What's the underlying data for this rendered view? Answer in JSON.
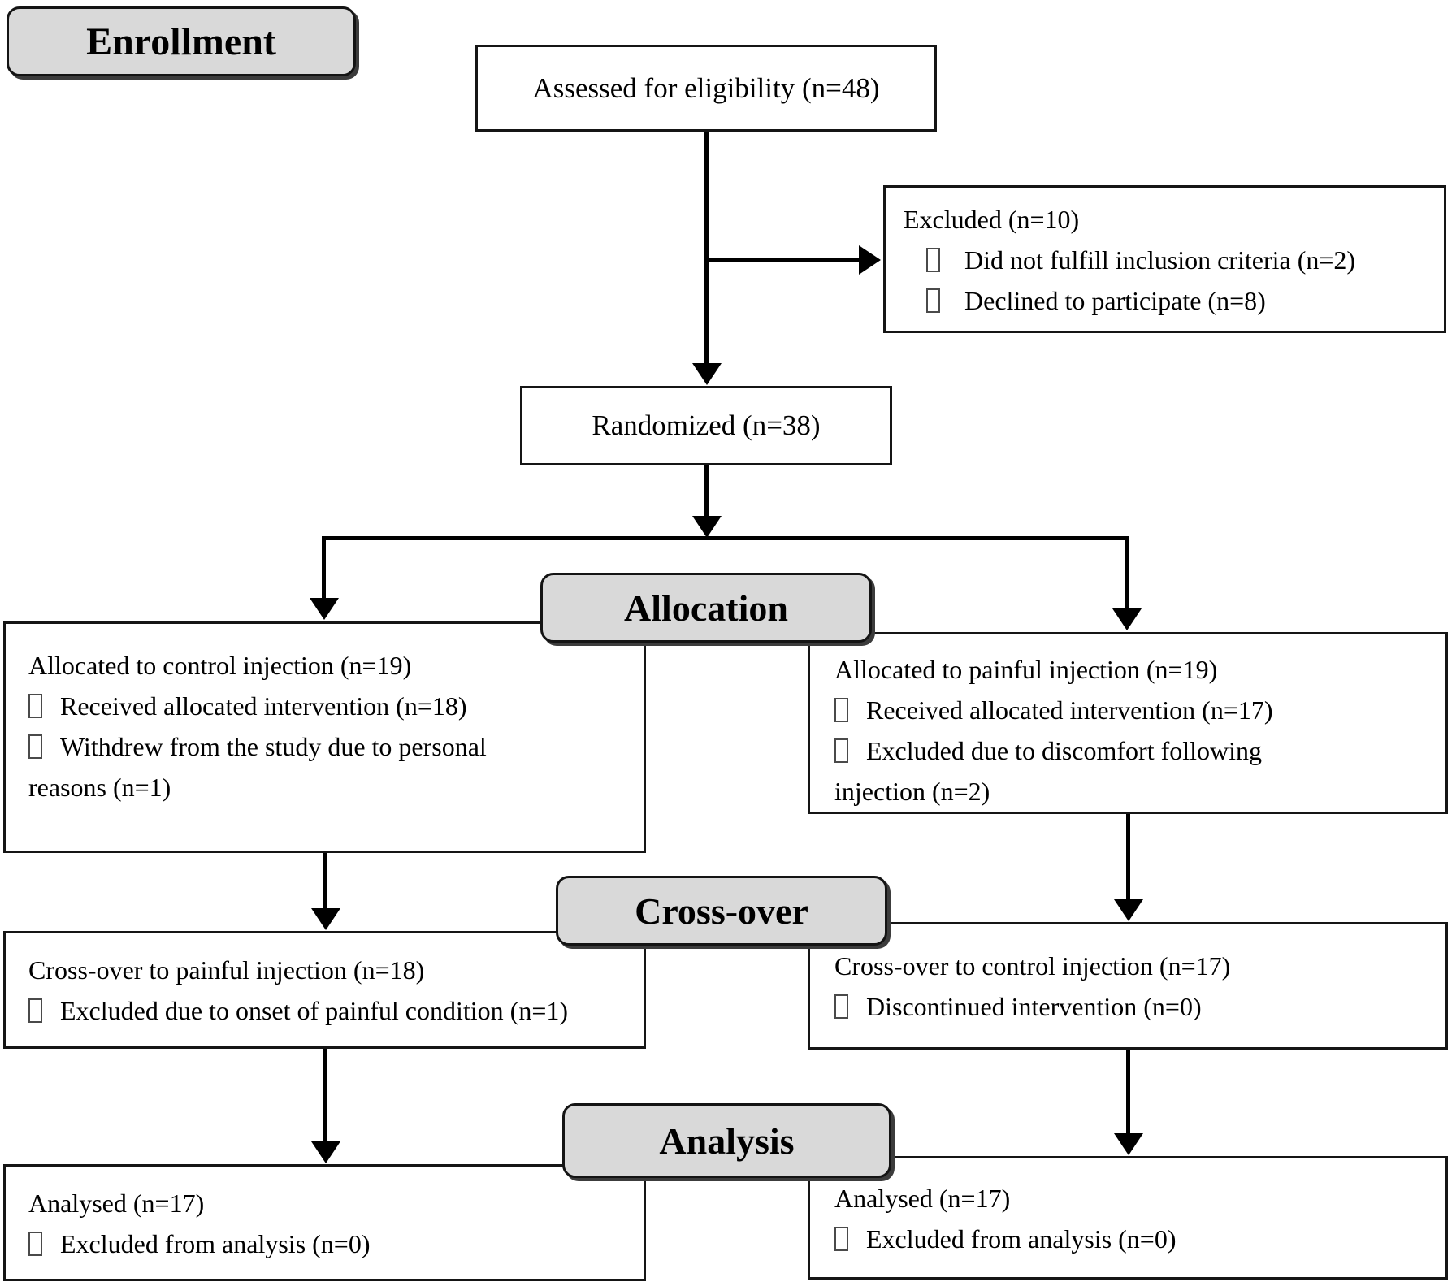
{
  "figure": "CONSORT participant flow diagram",
  "colors": {
    "phase_fill": "#d9d9d9",
    "line": "#000000",
    "box_bg": "#ffffff",
    "text": "#000000"
  },
  "phases": {
    "enrollment": "Enrollment",
    "allocation": "Allocation",
    "crossover": "Cross-over",
    "analysis": "Analysis"
  },
  "boxes": {
    "assessed": {
      "text": "Assessed for eligibility (n=48)"
    },
    "excluded": {
      "lines": [
        {
          "text": "Excluded (n=10)",
          "bullet": false
        },
        {
          "text": "Did not fulfill inclusion criteria (n=2)",
          "bullet": true
        },
        {
          "text": "Declined to participate (n=8)",
          "bullet": true
        }
      ]
    },
    "randomized": {
      "text": "Randomized (n=38)"
    },
    "alloc_left": {
      "lines": [
        {
          "text": "Allocated to control injection (n=19)",
          "bullet": false
        },
        {
          "text": "Received allocated intervention (n=18)",
          "bullet": true
        },
        {
          "text": "Withdrew from the study due to personal",
          "bullet": true
        },
        {
          "text": "reasons (n=1)",
          "bullet": false
        }
      ]
    },
    "alloc_right": {
      "lines": [
        {
          "text": "Allocated to painful injection (n=19)",
          "bullet": false
        },
        {
          "text": "Received allocated intervention (n=17)",
          "bullet": true
        },
        {
          "text": "Excluded due to discomfort following",
          "bullet": true
        },
        {
          "text": "injection (n=2)",
          "bullet": false
        }
      ]
    },
    "cross_left": {
      "lines": [
        {
          "text": "Cross-over to painful injection (n=18)",
          "bullet": false
        },
        {
          "text": "Excluded due to onset of painful condition (n=1)",
          "bullet": true
        }
      ]
    },
    "cross_right": {
      "lines": [
        {
          "text": "Cross-over to control injection (n=17)",
          "bullet": false
        },
        {
          "text": "Discontinued intervention (n=0)",
          "bullet": true
        }
      ]
    },
    "analysis_left": {
      "lines": [
        {
          "text": "Analysed (n=17)",
          "bullet": false
        },
        {
          "text": "Excluded from analysis (n=0)",
          "bullet": true
        }
      ]
    },
    "analysis_right": {
      "lines": [
        {
          "text": "Analysed (n=17)",
          "bullet": false
        },
        {
          "text": "Excluded from analysis (n=0)",
          "bullet": true
        }
      ]
    }
  }
}
